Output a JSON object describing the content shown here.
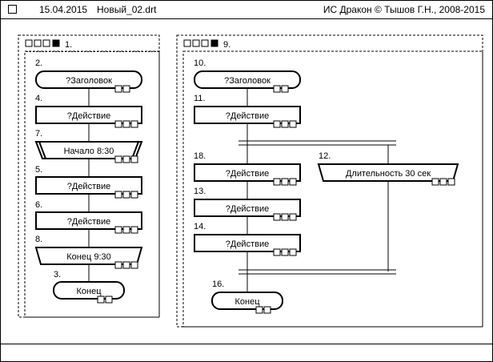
{
  "header": {
    "date": "15.04.2015",
    "file": "Новый_02.drt",
    "system": "ИС Дракон © Тышов Г.Н., 2008-2015"
  },
  "diagram1": {
    "title_number": "1.",
    "icons": [
      {
        "number": "2.",
        "label": "?Заголовок"
      },
      {
        "number": "4.",
        "label": "?Действие"
      },
      {
        "number": "7.",
        "label": "Начало 8:30"
      },
      {
        "number": "5.",
        "label": "?Действие"
      },
      {
        "number": "6.",
        "label": "?Действие"
      },
      {
        "number": "8.",
        "label": "Конец 9:30"
      },
      {
        "number": "3.",
        "label": "Конец"
      }
    ]
  },
  "diagram2": {
    "title_number": "9.",
    "icons": [
      {
        "number": "10.",
        "label": "?Заголовок"
      },
      {
        "number": "11.",
        "label": "?Действие"
      },
      {
        "number": "18.",
        "label": "?Действие"
      },
      {
        "number": "13.",
        "label": "?Действие"
      },
      {
        "number": "14.",
        "label": "?Действие"
      },
      {
        "number": "12.",
        "label": "Длительность 30 сек"
      },
      {
        "number": "16.",
        "label": "Конец"
      }
    ]
  }
}
